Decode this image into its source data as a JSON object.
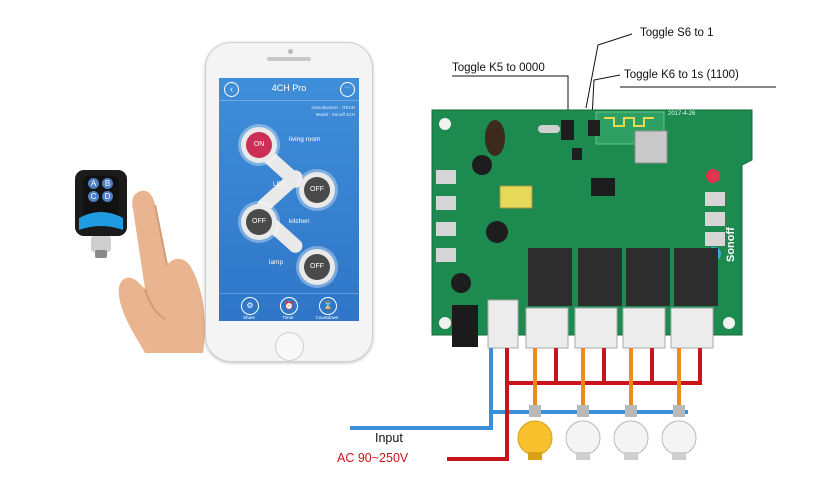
{
  "phone_app": {
    "title": "4CH Pro",
    "back_glyph": "‹",
    "more_glyph": "···",
    "meta_line1": "manufacturer : ITEAD",
    "meta_line2": "Model : Sonoff 4CH",
    "devices": [
      {
        "label": "living room",
        "state": "ON"
      },
      {
        "label": "LED",
        "state": "OFF"
      },
      {
        "label": "kitchen",
        "state": "OFF"
      },
      {
        "label": "lamp",
        "state": "OFF"
      }
    ],
    "bottom_tabs": [
      {
        "label": "Share",
        "icon": "share-icon",
        "glyph": "⚙"
      },
      {
        "label": "Timer",
        "icon": "timer-icon",
        "glyph": "⏰"
      },
      {
        "label": "Countdown",
        "icon": "countdown-icon",
        "glyph": "⌛"
      }
    ]
  },
  "remote": {
    "buttons": [
      "A",
      "B",
      "C",
      "D"
    ]
  },
  "board": {
    "brand": "Sonoff",
    "date_print": "2017-4-26",
    "jumper_annotations": [
      "Toggle S6 to 1",
      "Toggle K5 to 0000",
      "Toggle K6 to 1s (1100)"
    ]
  },
  "wiring": {
    "input_label": "Input",
    "input_sub_label": "AC 90~250V",
    "colors": {
      "neutral": "#3a8fd6",
      "live": "#c8151b",
      "load": "#f08a1c"
    }
  }
}
